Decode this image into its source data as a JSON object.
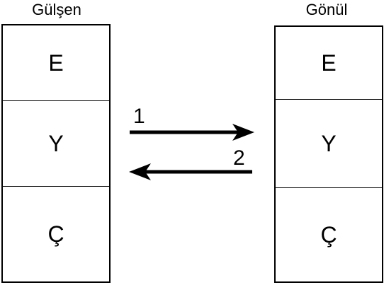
{
  "left_party": {
    "name": "Gülşen",
    "cells": [
      "E",
      "Y",
      "Ç"
    ]
  },
  "right_party": {
    "name": "Gönül",
    "cells": [
      "E",
      "Y",
      "Ç"
    ]
  },
  "arrows": [
    {
      "label": "1",
      "direction": "left-to-right"
    },
    {
      "label": "2",
      "direction": "right-to-left"
    }
  ]
}
